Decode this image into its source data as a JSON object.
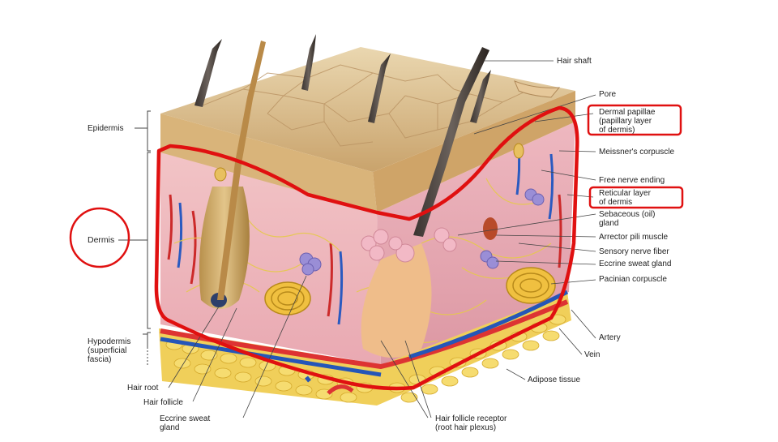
{
  "left_labels": {
    "epidermis": "Epidermis",
    "dermis": "Dermis",
    "hypodermis": "Hypodermis\n(superficial\nfascia)"
  },
  "right_labels": {
    "hair_shaft": "Hair shaft",
    "pore": "Pore",
    "dermal_papillae": "Dermal papillae\n(papillary layer\nof dermis)",
    "meissners_corpuscle": "Meissner's corpuscle",
    "free_nerve_ending": "Free nerve ending",
    "reticular_layer": "Reticular layer\nof dermis",
    "sebaceous_gland": "Sebaceous (oil)\ngland",
    "arrector_pili": "Arrector pili muscle",
    "sensory_nerve_fiber": "Sensory nerve fiber",
    "eccrine_sweat_gland_right": "Eccrine sweat gland",
    "pacinian_corpuscle": "Pacinian corpuscle",
    "artery": "Artery",
    "vein": "Vein",
    "adipose_tissue": "Adipose tissue"
  },
  "bottom_labels": {
    "hair_root": "Hair root",
    "hair_follicle": "Hair follicle",
    "eccrine_sweat_gland_bottom": "Eccrine sweat\ngland",
    "hair_follicle_receptor": "Hair follicle receptor\n(root hair plexus)"
  },
  "annotation_color": "#e01010"
}
